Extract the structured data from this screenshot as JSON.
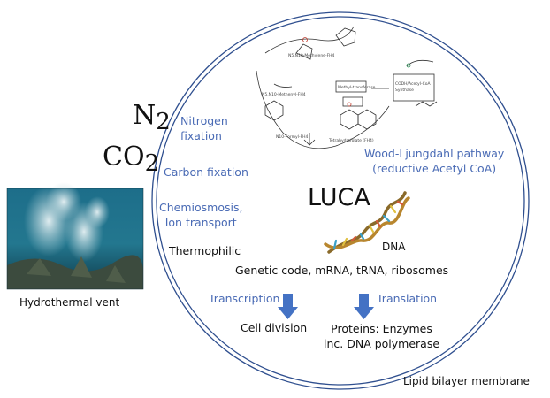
{
  "molecules": {
    "n2": {
      "symbol": "N",
      "subscript": "2"
    },
    "co2": {
      "symbol": "CO",
      "subscript": "2"
    }
  },
  "labels": {
    "nitrogen_fixation": [
      "Nitrogen",
      "fixation"
    ],
    "carbon_fixation": "Carbon fixation",
    "chemiosmosis": [
      "Chemiosmosis,",
      "Ion transport"
    ],
    "thermophilic": "Thermophilic",
    "wood_ljungdahl": [
      "Wood-Ljungdahl pathway",
      "(reductive Acetyl CoA)"
    ],
    "luca": "LUCA",
    "dna": "DNA",
    "genetic_code": "Genetic code, mRNA, tRNA, ribosomes",
    "transcription": "Transcription",
    "translation": "Translation",
    "cell_division": "Cell division",
    "proteins": [
      "Proteins: Enzymes",
      "inc. DNA polymerase"
    ],
    "membrane": "Lipid bilayer membrane",
    "vent_caption": "Hydrothermal vent"
  },
  "colors": {
    "accent_blue": "#4a6bb5",
    "arrow_blue": "#4472c4",
    "membrane_line": "#2f4f8f"
  }
}
